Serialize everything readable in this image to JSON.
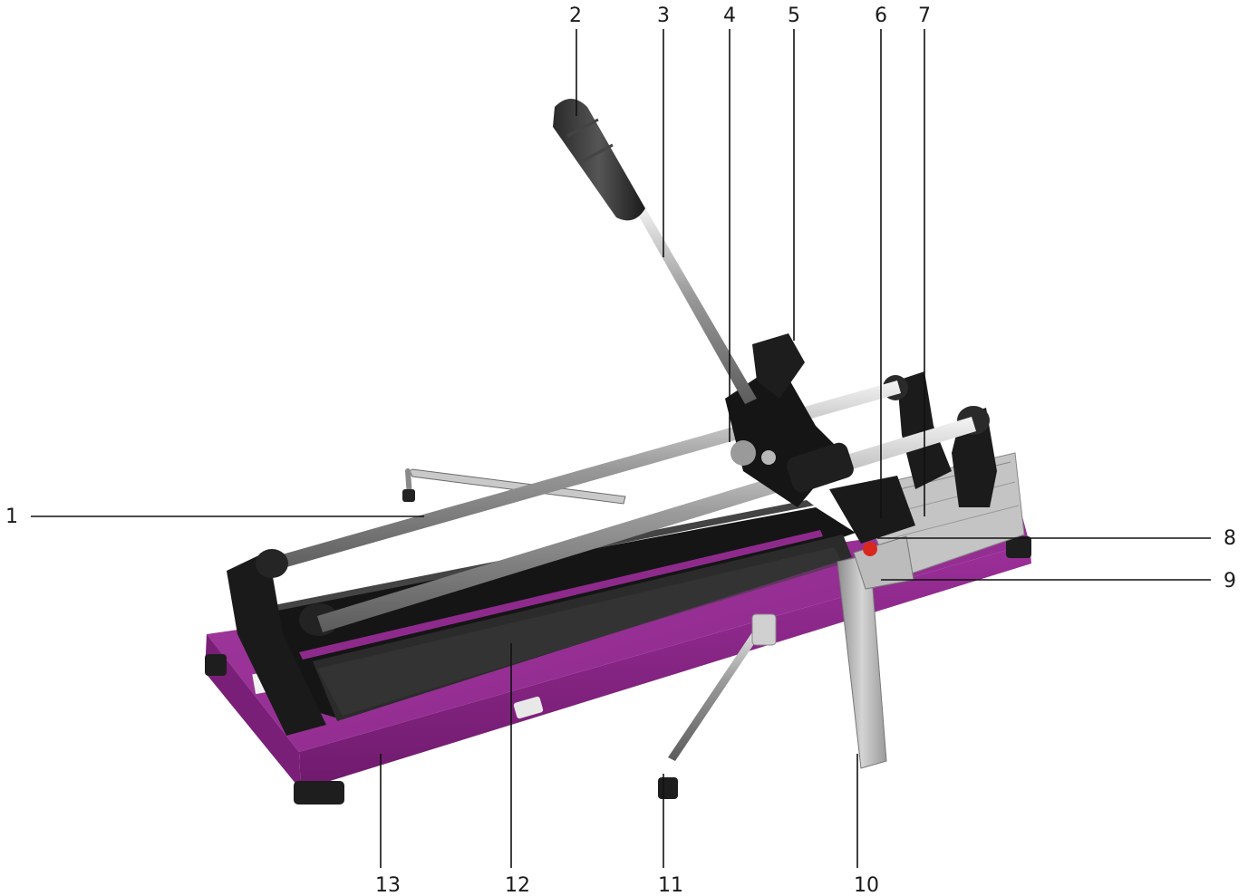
{
  "callouts": {
    "c1": "1",
    "c2": "2",
    "c3": "3",
    "c4": "4",
    "c5": "5",
    "c6": "6",
    "c7": "7",
    "c8": "8",
    "c9": "9",
    "c10": "10",
    "c11": "11",
    "c12": "12",
    "c13": "13"
  },
  "colors": {
    "base_purple": "#8e2a8c",
    "base_purple_dark": "#6e1d6c",
    "plastic_black": "#1c1c1c",
    "rubber_pad": "#2a2a2a",
    "chrome": "#c8c8c8",
    "aluminium": "#b9b9b9",
    "red_button": "#d8281e"
  },
  "icons": [
    "tile-cutter-illustration"
  ]
}
